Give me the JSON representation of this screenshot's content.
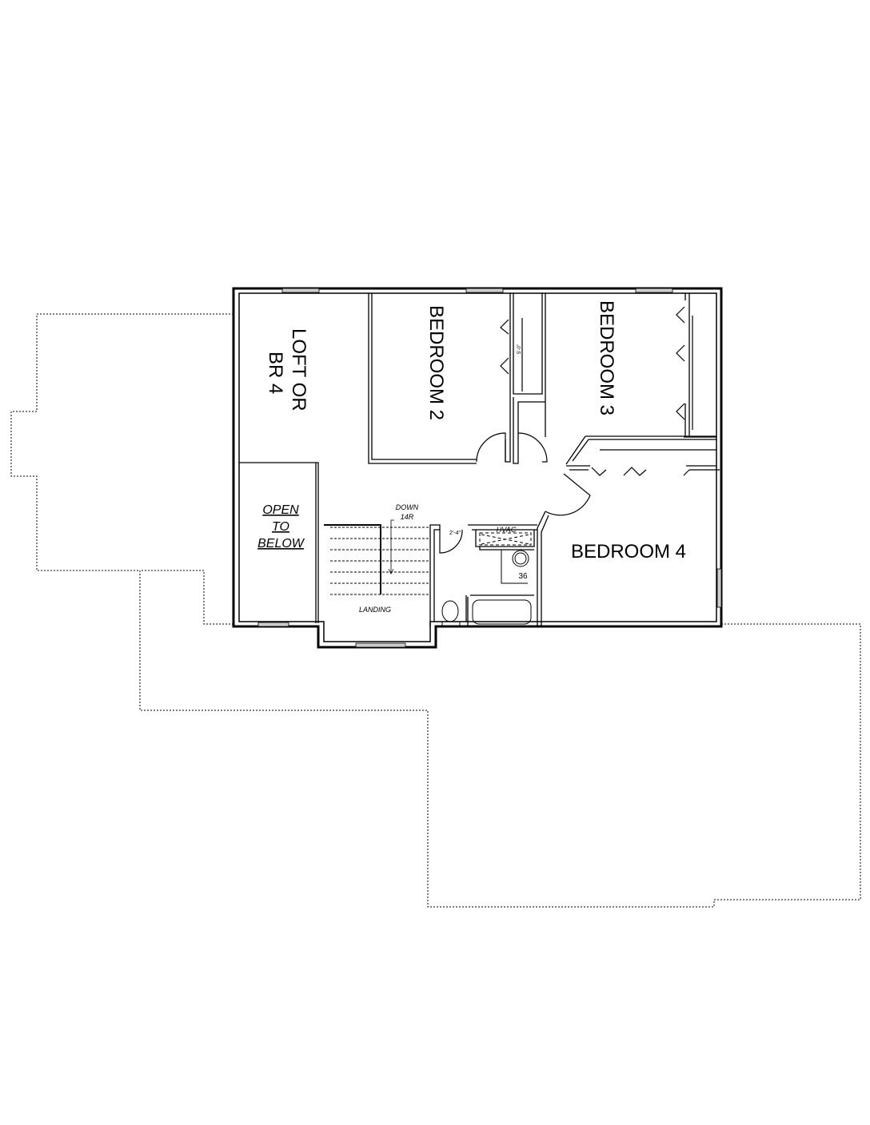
{
  "plan": {
    "rooms": {
      "loft_line1": "LOFT OR",
      "loft_line2": "BR 4",
      "bedroom2": "BEDROOM 2",
      "bedroom3": "BEDROOM 3",
      "bedroom4": "BEDROOM 4",
      "open1": "OPEN",
      "open2": "TO",
      "open3": "BELOW",
      "landing": "LANDING",
      "hvac": "HVAC"
    },
    "annotations": {
      "down": "DOWN",
      "risers": "14R",
      "door_width": "2'-4\"",
      "closet_depth": "5'-0\"",
      "vanity": "36"
    },
    "colors": {
      "line": "#000000",
      "window": "#888888",
      "background": "#ffffff"
    }
  }
}
